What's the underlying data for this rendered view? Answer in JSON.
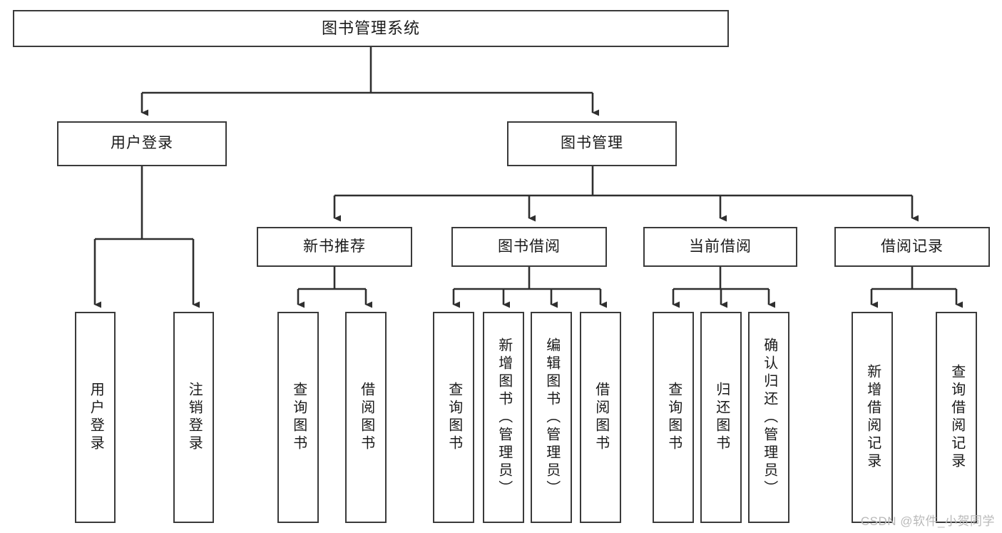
{
  "diagram": {
    "type": "tree-hierarchy",
    "title": "图书管理系统",
    "orientation": "top-down",
    "colors": {
      "box_border": "#3a3a3a",
      "box_fill": "#ffffff",
      "edge": "#2f2f2f",
      "text": "#1a1a1a",
      "watermark": "#b9b9b9",
      "background": "#ffffff"
    },
    "watermark": "CSDN @软件_小贺同学"
  },
  "nodes": {
    "root": {
      "label": "图书管理系统"
    },
    "level2": [
      {
        "id": "user-login",
        "label": "用户登录"
      },
      {
        "id": "book-manage",
        "label": "图书管理"
      }
    ],
    "level3": [
      {
        "id": "new-book-recommend",
        "label": "新书推荐"
      },
      {
        "id": "book-borrow",
        "label": "图书借阅"
      },
      {
        "id": "current-borrow",
        "label": "当前借阅"
      },
      {
        "id": "borrow-record",
        "label": "借阅记录"
      }
    ],
    "leaves": {
      "user_login": [
        {
          "id": "leaf-user-login",
          "label": "用户登录"
        },
        {
          "id": "leaf-logout-login",
          "label": "注销登录"
        }
      ],
      "new_book_recommend": [
        {
          "id": "leaf-query-book-1",
          "label": "查询图书"
        },
        {
          "id": "leaf-borrow-book-1",
          "label": "借阅图书"
        }
      ],
      "book_borrow": [
        {
          "id": "leaf-query-book-2",
          "label": "查询图书"
        },
        {
          "id": "leaf-add-book",
          "label": "新增图书（管理员）"
        },
        {
          "id": "leaf-edit-book",
          "label": "编辑图书（管理员）"
        },
        {
          "id": "leaf-borrow-book-2",
          "label": "借阅图书"
        }
      ],
      "current_borrow": [
        {
          "id": "leaf-query-book-3",
          "label": "查询图书"
        },
        {
          "id": "leaf-return-book",
          "label": "归还图书"
        },
        {
          "id": "leaf-confirm-return",
          "label": "确认归还（管理员）"
        }
      ],
      "borrow_record": [
        {
          "id": "leaf-add-record",
          "label": "新增借阅记录"
        },
        {
          "id": "leaf-query-record",
          "label": "查询借阅记录"
        }
      ]
    }
  }
}
